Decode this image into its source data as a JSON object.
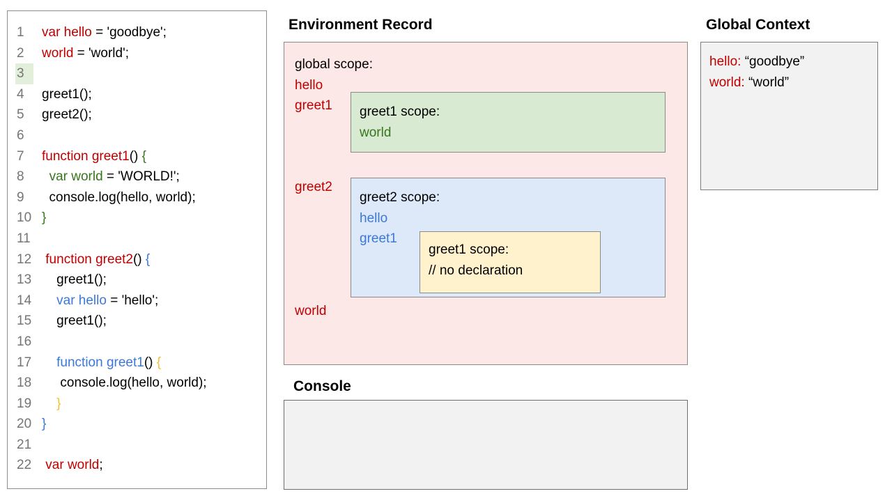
{
  "palette": {
    "red": "#c00000",
    "green": "#38761d",
    "blue": "#3c78d8",
    "yellow": "#f1c232",
    "ink": "#000000",
    "line_number_gray": "#757575",
    "line_highlight_green": "#e2efda",
    "pink_fill": "#fce8e6",
    "green_fill": "#d9ead3",
    "blue_fill": "#dde9f9",
    "yellow_fill": "#fff2cc",
    "gray_fill": "#f2f2f2"
  },
  "code": {
    "lines": [
      {
        "n": "1",
        "segments": [
          [
            "var hello",
            "red"
          ],
          [
            " = 'goodbye';",
            "ink"
          ]
        ]
      },
      {
        "n": "2",
        "segments": [
          [
            "world",
            "red"
          ],
          [
            " = 'world';",
            "ink"
          ]
        ]
      },
      {
        "n": "3",
        "highlight": true,
        "segments": []
      },
      {
        "n": "4",
        "segments": [
          [
            "greet1();",
            "ink"
          ]
        ]
      },
      {
        "n": "5",
        "segments": [
          [
            "greet2();",
            "ink"
          ]
        ]
      },
      {
        "n": "6",
        "segments": []
      },
      {
        "n": "7",
        "segments": [
          [
            "function greet1",
            "red"
          ],
          [
            "() ",
            "ink"
          ],
          [
            "{",
            "green"
          ]
        ]
      },
      {
        "n": "8",
        "segments": [
          [
            "  ",
            "ink"
          ],
          [
            "var world",
            "green"
          ],
          [
            " = 'WORLD!';",
            "ink"
          ]
        ]
      },
      {
        "n": "9",
        "segments": [
          [
            "  console.log(hello, world);",
            "ink"
          ]
        ]
      },
      {
        "n": "10",
        "segments": [
          [
            "}",
            "green"
          ]
        ]
      },
      {
        "n": "11",
        "segments": []
      },
      {
        "n": "12",
        "segments": [
          [
            " ",
            "ink"
          ],
          [
            "function greet2",
            "red"
          ],
          [
            "() ",
            "ink"
          ],
          [
            "{",
            "blue"
          ]
        ]
      },
      {
        "n": "13",
        "segments": [
          [
            "    greet1();",
            "ink"
          ]
        ]
      },
      {
        "n": "14",
        "segments": [
          [
            "    ",
            "ink"
          ],
          [
            "var hello",
            "blue"
          ],
          [
            " = 'hello';",
            "ink"
          ]
        ]
      },
      {
        "n": "15",
        "segments": [
          [
            "    greet1();",
            "ink"
          ]
        ]
      },
      {
        "n": "16",
        "segments": []
      },
      {
        "n": "17",
        "segments": [
          [
            "    ",
            "ink"
          ],
          [
            "function greet1",
            "blue"
          ],
          [
            "() ",
            "ink"
          ],
          [
            "{",
            "yellow"
          ]
        ]
      },
      {
        "n": "18",
        "segments": [
          [
            "     console.log(hello, world);",
            "ink"
          ]
        ]
      },
      {
        "n": "19",
        "segments": [
          [
            "    ",
            "ink"
          ],
          [
            "}",
            "yellow"
          ]
        ]
      },
      {
        "n": "20",
        "segments": [
          [
            "}",
            "blue"
          ]
        ]
      },
      {
        "n": "21",
        "segments": []
      },
      {
        "n": "22",
        "segments": [
          [
            " ",
            "ink"
          ],
          [
            "var world",
            "red"
          ],
          [
            ";",
            "ink"
          ]
        ]
      }
    ]
  },
  "environment_record": {
    "title": "Environment Record",
    "global_scope": {
      "heading": "global scope:",
      "labels": {
        "hello": "hello",
        "greet1": "greet1",
        "greet2": "greet2",
        "world": "world"
      }
    },
    "greet1_scope": {
      "heading": "greet1 scope:",
      "vars": [
        "world"
      ]
    },
    "greet2_scope": {
      "heading": "greet2 scope:",
      "vars": [
        "hello",
        "greet1"
      ]
    },
    "inner_greet1_scope": {
      "heading": "greet1 scope:",
      "comment": "// no declaration"
    }
  },
  "global_context": {
    "title": "Global Context",
    "entries": [
      {
        "name": "hello:",
        "value": "“goodbye”"
      },
      {
        "name": "world:",
        "value": "“world”"
      }
    ]
  },
  "console": {
    "title": "Console",
    "output": ""
  }
}
